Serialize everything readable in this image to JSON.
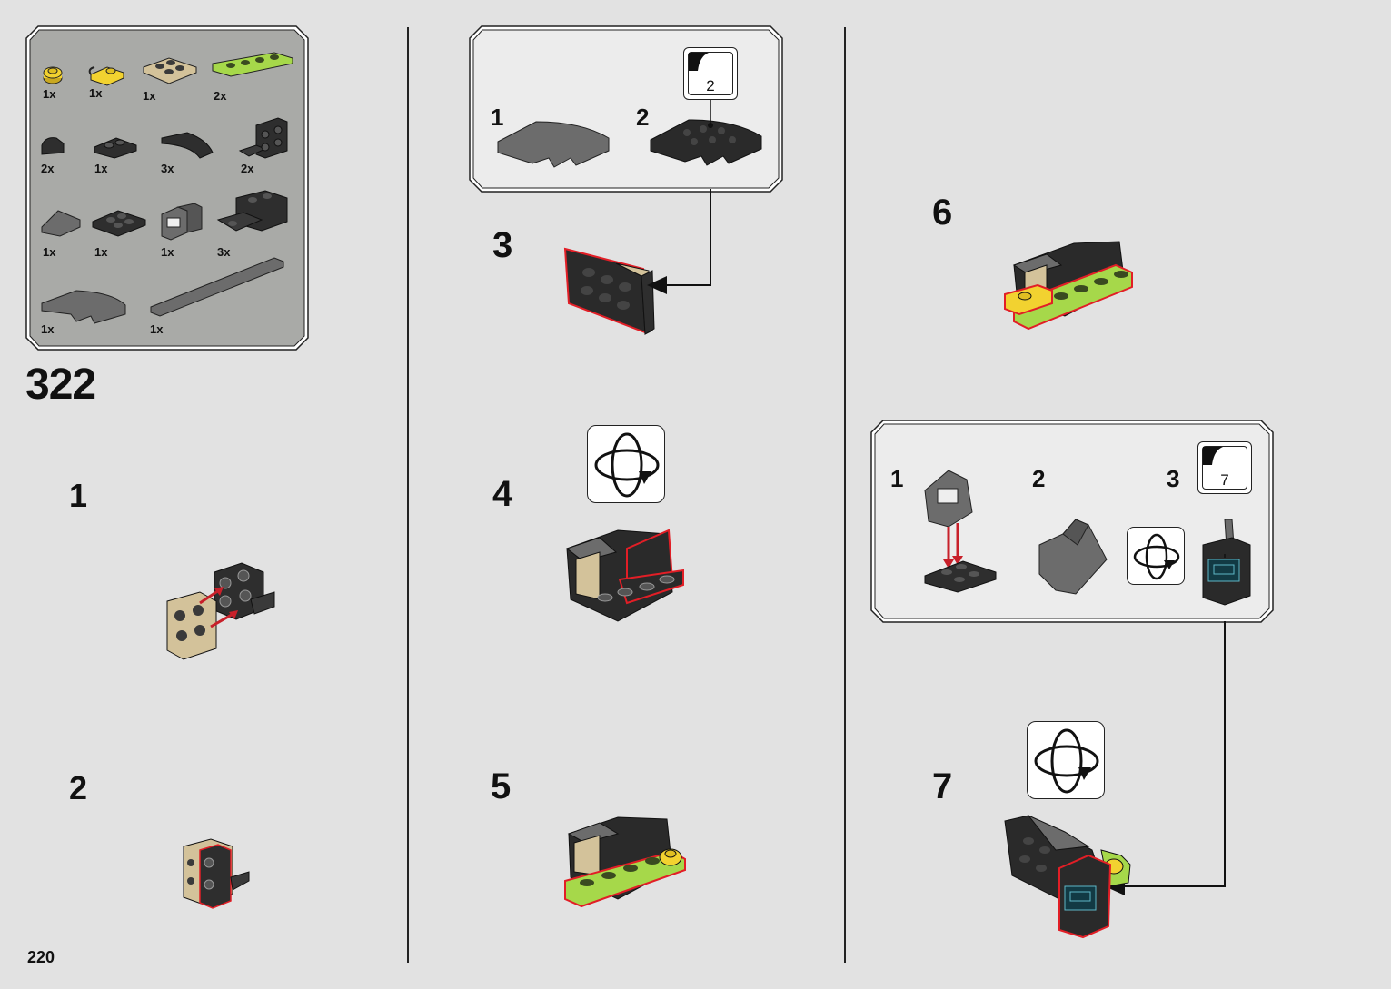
{
  "page": {
    "page_number": "220",
    "set_step": "322"
  },
  "parts_list": {
    "items": [
      {
        "qty": "1x",
        "part": "yellow-round-plate"
      },
      {
        "qty": "1x",
        "part": "yellow-plate-with-clip"
      },
      {
        "qty": "1x",
        "part": "tan-2x2-plate"
      },
      {
        "qty": "2x",
        "part": "lime-1x4-plate"
      },
      {
        "qty": "2x",
        "part": "dark-curved-slope-1x1"
      },
      {
        "qty": "1x",
        "part": "dark-1x2-plate"
      },
      {
        "qty": "3x",
        "part": "dark-curved-slope-2x2"
      },
      {
        "qty": "2x",
        "part": "dark-bracket-2x2"
      },
      {
        "qty": "1x",
        "part": "grey-slope-2x1"
      },
      {
        "qty": "1x",
        "part": "dark-2x2-plate-with-studs"
      },
      {
        "qty": "1x",
        "part": "grey-windscreen"
      },
      {
        "qty": "3x",
        "part": "dark-bracket-2x2-inverted"
      },
      {
        "qty": "1x",
        "part": "grey-curved-slope-2x4"
      },
      {
        "qty": "1x",
        "part": "grey-tile-1x8"
      }
    ]
  },
  "steps": {
    "s1": "1",
    "s2": "2",
    "s3": "3",
    "s4": "4",
    "s5": "5",
    "s6": "6",
    "s7": "7"
  },
  "subassembly_a": {
    "n1": "1",
    "n2": "2",
    "sticker": "2"
  },
  "subassembly_b": {
    "n1": "1",
    "n2": "2",
    "n3": "3",
    "sticker": "7"
  },
  "colors": {
    "background": "#e2e2e2",
    "panel": "#a9aaa7",
    "dark_part": "#2e2e2e",
    "grey_part": "#6c6c6c",
    "tan": "#d3c29a",
    "lime": "#a6d84a",
    "yellow": "#f2d230",
    "highlight": "#e21e26",
    "arrow": "#111111"
  }
}
